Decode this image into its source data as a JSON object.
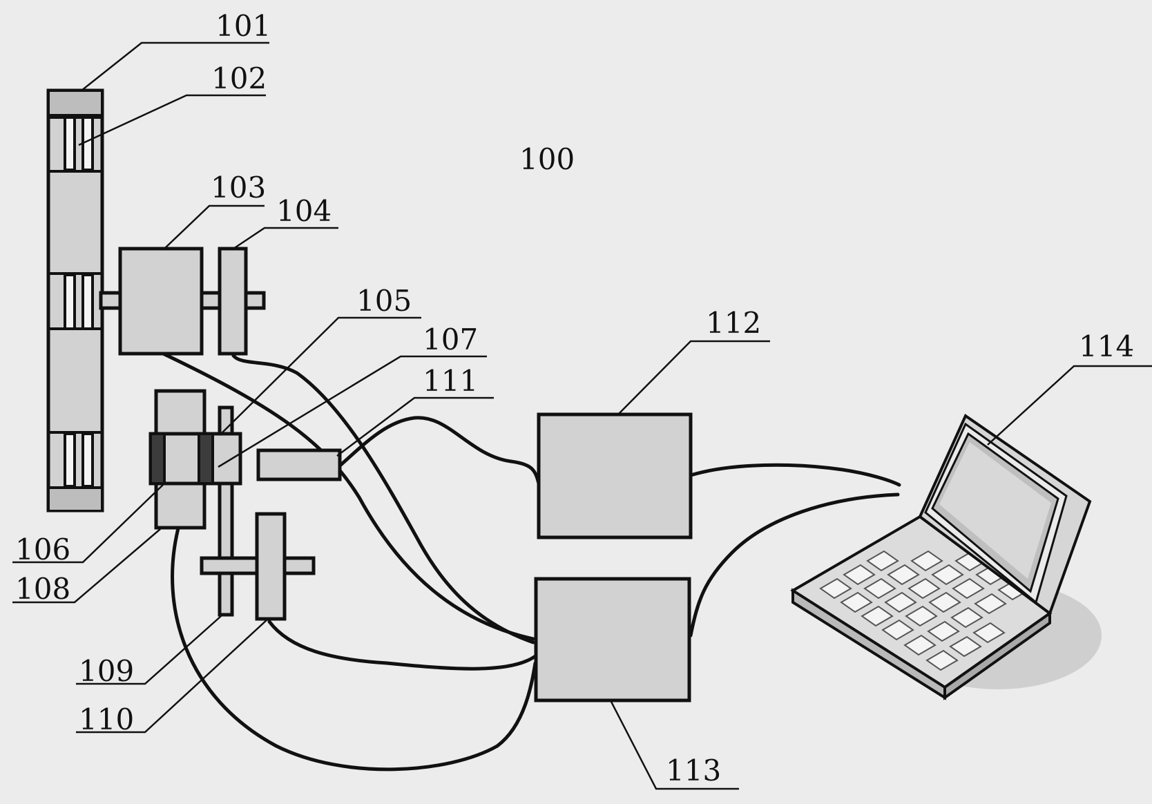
{
  "diagram": {
    "title": "100",
    "labels": {
      "l101": "101",
      "l102": "102",
      "l103": "103",
      "l104": "104",
      "l105": "105",
      "l106": "106",
      "l107": "107",
      "l108": "108",
      "l109": "109",
      "l110": "110",
      "l111": "111",
      "l112": "112",
      "l113": "113",
      "l114": "114"
    }
  }
}
